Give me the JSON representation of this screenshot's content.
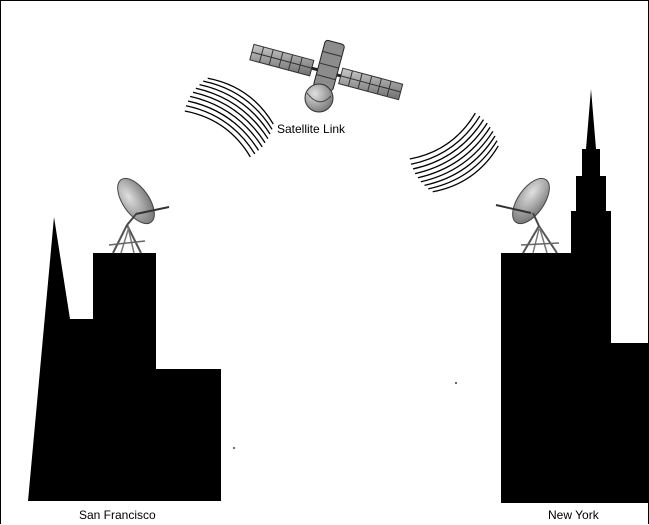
{
  "labels": {
    "satellite": "Satellite Link",
    "left_city": "San Francisco",
    "right_city": "New York"
  },
  "colors": {
    "building": "#000000",
    "dish": "#8a8a8a",
    "panel": "#9a9a9a",
    "waves": "#000000",
    "background": "#ffffff"
  },
  "icons": [
    "satellite-icon",
    "dish-antenna-icon",
    "signal-waves-icon",
    "skyline-icon"
  ]
}
